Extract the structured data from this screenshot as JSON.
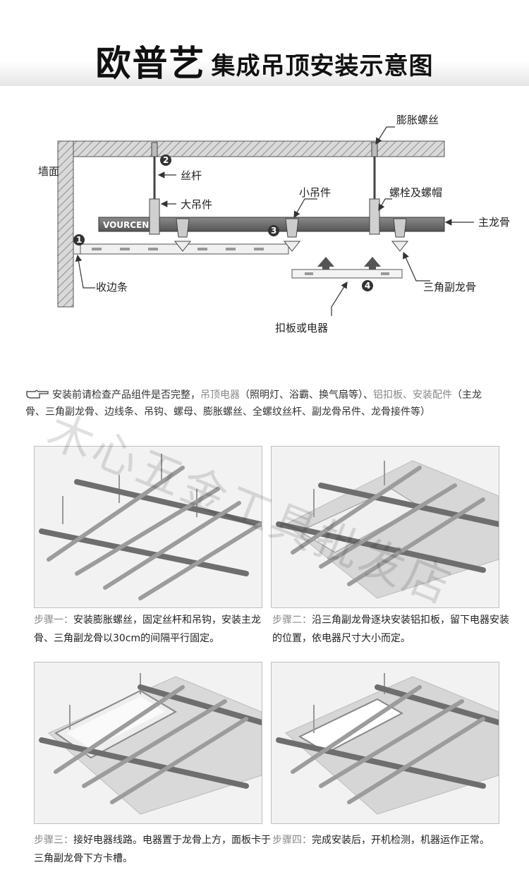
{
  "title": {
    "brand": "欧普艺",
    "text": "集成吊顶安装示意图"
  },
  "diagram": {
    "labels": {
      "expansion_screw": "膨胀螺丝",
      "wall": "墙面",
      "rod": "丝杆",
      "big_hanger": "大吊件",
      "small_hanger": "小吊件",
      "bolt_nut": "螺栓及螺帽",
      "main_keel": "主龙骨",
      "edge_strip": "收边条",
      "triangle_keel": "三角副龙骨",
      "panel_or_appliance": "扣板或电器",
      "keel_brand": "VOURCEN"
    },
    "numbers": [
      "1",
      "2",
      "3",
      "4"
    ]
  },
  "watermark": "木心五金工具批发店",
  "note": {
    "part1": "安装前请检查产品组件是否完整，",
    "hl1": "吊顶电器",
    "part2": "（照明灯、浴霸、换气扇等）、",
    "hl2": "铝扣板、安装配件",
    "part3": "（主龙骨、三角副龙骨、边线条、吊钩、螺母、膨胀螺丝、全螺纹丝杆、副龙骨吊件、龙骨接件等）"
  },
  "steps": [
    {
      "prefix": "步骤一：",
      "text": "安装膨胀螺丝，固定丝杆和吊钩，安装主龙骨、三角副龙骨以30cm的间隔平行固定。"
    },
    {
      "prefix": "步骤二：",
      "text": "沿三角副龙骨逐块安装铝扣板，留下电器安装的位置，依电器尺寸大小而定。"
    },
    {
      "prefix": "步骤三：",
      "text": "接好电器线路。电器置于龙骨上方，面板卡于三角副龙骨下方卡槽。"
    },
    {
      "prefix": "步骤四：",
      "text": "完成安装后，开机检测，机器运作正常。"
    }
  ],
  "colors": {
    "highlight": "#888888",
    "keel": "#707070",
    "hatch": "#9a9a9a"
  }
}
